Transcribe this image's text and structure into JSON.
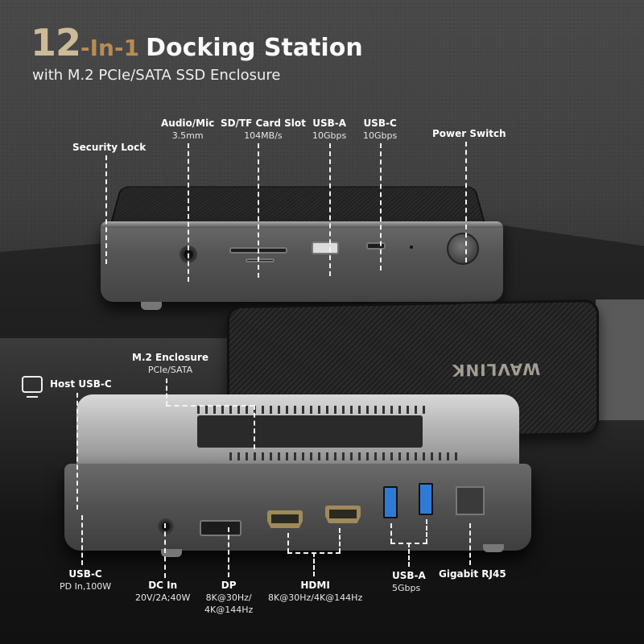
{
  "header": {
    "title_number": "12",
    "title_in": "-In-1",
    "title_main": "Docking Station",
    "subtitle": "with M.2 PCIe/SATA SSD Enclosure"
  },
  "colors": {
    "title_number": "#cdbb98",
    "title_in": "#b88b56",
    "text": "#ffffff",
    "usb_blue": "#2f7bd4",
    "hdmi_gold": "#a08a5a"
  },
  "brand": {
    "logo": "WAVLINK"
  },
  "front_ports": [
    {
      "title": "Security Lock",
      "sub": ""
    },
    {
      "title": "Audio/Mic",
      "sub": "3.5mm"
    },
    {
      "title": "SD/TF Card Slot",
      "sub": "104MB/s"
    },
    {
      "title": "USB-A",
      "sub": "10Gbps"
    },
    {
      "title": "USB-C",
      "sub": "10Gbps"
    },
    {
      "title": "Power Switch",
      "sub": ""
    }
  ],
  "middle_labels": {
    "host": {
      "title": "Host USB-C",
      "icon": "monitor-icon"
    },
    "m2": {
      "title": "M.2 Enclosure",
      "sub": "PCIe/SATA"
    }
  },
  "rear_ports": [
    {
      "title": "USB-C",
      "sub": "PD In,100W"
    },
    {
      "title": "DC In",
      "sub": "20V/2A;40W"
    },
    {
      "title": "DP",
      "sub": "8K@30Hz/",
      "sub2": "4K@144Hz"
    },
    {
      "title": "HDMI",
      "sub": "8K@30Hz/4K@144Hz"
    },
    {
      "title": "USB-A",
      "sub": "5Gbps"
    },
    {
      "title": "Gigabit RJ45",
      "sub": ""
    }
  ]
}
